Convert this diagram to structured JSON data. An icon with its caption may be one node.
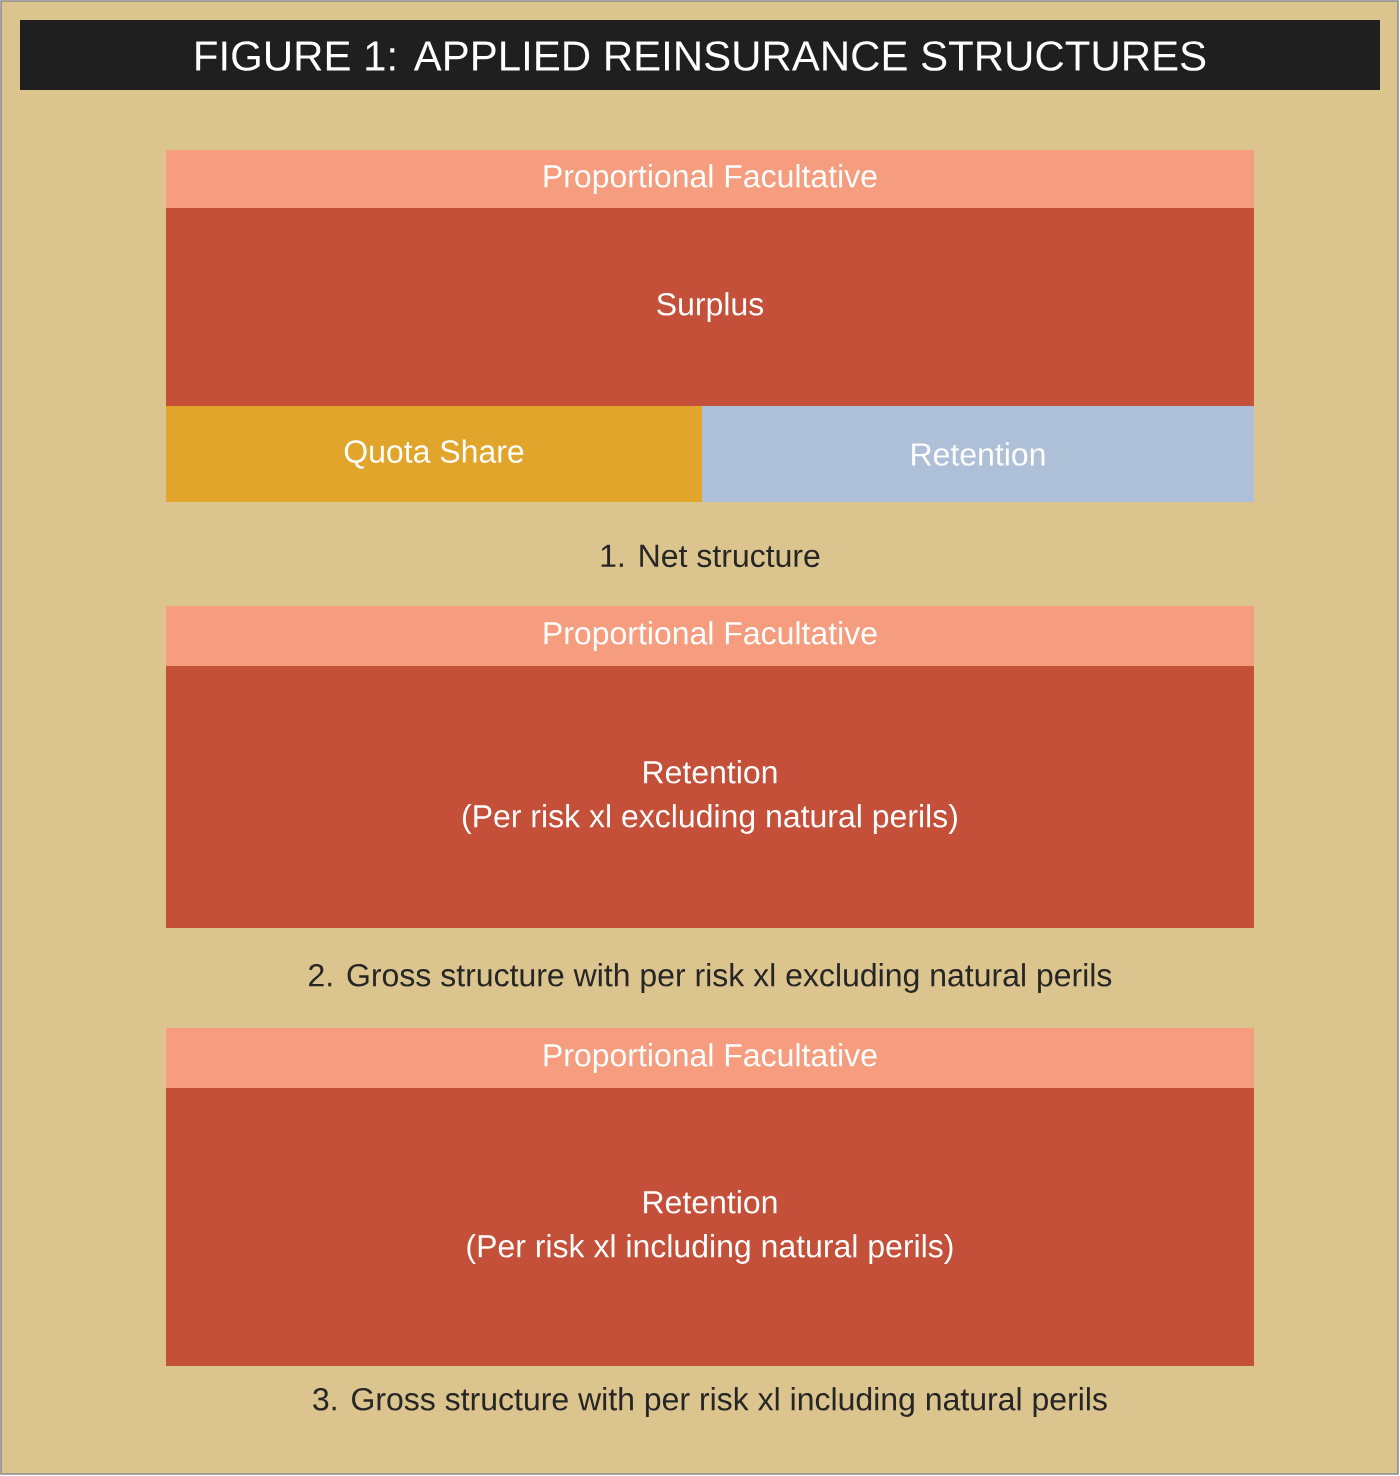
{
  "diagram": {
    "title": "FIGURE 1: APPLIED REINSURANCE STRUCTURES",
    "nodes": [
      {
        "text": [
          "Proportional Facultative"
        ]
      },
      {
        "text": [
          "Surplus"
        ]
      },
      {
        "text": [
          "Quota Share"
        ]
      },
      {
        "text": [
          "Retention"
        ]
      },
      {
        "text": [
          "Proportional Facultative"
        ]
      },
      {
        "text": [
          "Retention",
          "(Per risk xl excluding natural perils)"
        ]
      },
      {
        "text": [
          "Proportional Facultative"
        ]
      },
      {
        "text": [
          "Retention",
          "(Per risk xl including natural perils)"
        ]
      }
    ],
    "labels": [
      "1. Net structure",
      "2. Gross structure with per risk xl excluding natural perils",
      "3. Gross structure with per risk xl including natural perils"
    ]
  }
}
